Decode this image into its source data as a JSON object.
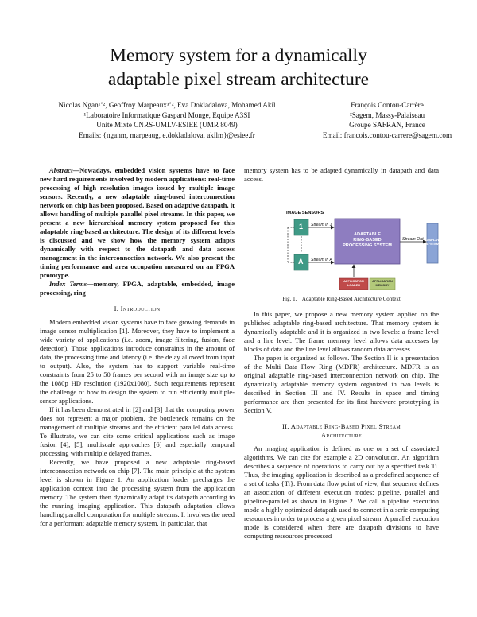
{
  "title_line1": "Memory system for a dynamically",
  "title_line2": "adaptable pixel stream architecture",
  "authors_left": [
    "Nicolas Ngan¹ʼ², Geoffroy Marpeaux¹ʼ², Eva Dokladalova, Mohamed Akil",
    "¹Laboratoire Informatique Gaspard Monge, Equipe A3SI",
    "Unite Mixte CNRS-UMLV-ESIEE (UMR 8049)",
    "Emails: {nganm, marpeaug, e.dokladalova, akilm}@esiee.fr"
  ],
  "authors_right": [
    "François Contou-Carrère",
    "²Sagem, Massy-Palaiseau",
    "Groupe SAFRAN, France",
    "Email: francois.contou-carrere@sagem.com"
  ],
  "abstract_label": "Abstract",
  "abstract_text": "—Nowadays, embedded vision systems have to face new hard requirements involved by modern applications: real-time processing of high resolution images issued by multiple image sensors. Recently, a new adaptable ring-based interconnection network on chip has been proposed. Based on adaptive datapath, it allows handling of multiple parallel pixel streams. In this paper, we present a new hierarchical memory system proposed for this adaptable ring-based architecture. The design of its different levels is discussed and we show how the memory system adapts dynamically with respect to the datapath and data access management in the interconnection network. We also present the timing performance and area occupation measured on an FPGA prototype.",
  "index_label": "Index Terms",
  "index_text": "—memory, FPGA, adaptable, embedded, image processing, ring",
  "section1_heading": "I. Introduction",
  "intro_paragraphs": [
    "Modern embedded vision systems have to face growing demands in image sensor multiplication [1]. Moreover, they have to implement a wide variety of applications (i.e. zoom, image filtering, fusion, face detection). Those applications introduce constraints in the amount of data, the processing time and latency (i.e. the delay allowed from input to output). Also, the system has to support variable real-time constraints from 25 to 50 frames per second with an image size up to the 1080p HD resolution (1920x1080). Such requirements represent the challenge of how to design the system to run efficiently multiple-sensor applications.",
    "If it has been demonstrated in [2] and [3] that the computing power does not represent a major problem, the bottleneck remains on the management of multiple streams and the efficient parallel data access. To illustrate, we can cite some critical applications such as image fusion [4], [5], multiscale approaches [6] and especially temporal processing with multiple delayed frames.",
    "Recently, we have proposed a new adaptable ring-based interconnection network on chip [7]. The main principle at the system level is shown in Figure 1. An application loader precharges the application context into the processing system from the application memory. The system then dynamically adapt its datapath according to the running imaging application. This datapath adaptation allows handling parallel computation for multiple streams. It involves the need for a performant adaptable memory system. In particular, that"
  ],
  "right_first": "memory system has to be adapted dynamically in datapath and data access.",
  "figure": {
    "image_sensors": "IMAGE SENSORS",
    "sensor1": "1",
    "sensorA": "A",
    "stream_in1": "Stream in 1",
    "stream_inA": "Stream in A",
    "stream_out": "Stream Out",
    "core_line1": "ADAPTABLE",
    "core_line2": "RING-BASED",
    "core_line3": "PROCESSING SYSTEM",
    "display_line1": "DISPLAY",
    "display_line2": "SYSTEM",
    "loader_line1": "APPLICATION",
    "loader_line2": "LOADER",
    "memory_line1": "APPLICATION",
    "memory_line2": "MEMORY",
    "caption": "Fig. 1.    Adaptable Ring-Based Architecture Context",
    "colors": {
      "sensor": "#3f9a86",
      "core": "#8e7dc0",
      "display": "#8aa4d6",
      "loader": "#c04a4a",
      "memory": "#b3c97a"
    }
  },
  "right_paragraphs": [
    "In this paper, we propose a new memory system applied on the published adaptable ring-based architecture. That memory system is dynamically adaptable and it is organized in two levels: a frame level and a line level. The frame memory level allows data accesses by blocks of data and the line level allows random data accesses.",
    "The paper is organized as follows. The Section II is a presentation of the Multi Data Flow Ring (MDFR) architecture. MDFR is an original adaptable ring-based interconnection network on chip. The dynamically adaptable memory system organized in two levels is described in Section III and IV. Results in space and timing performance are then presented for its first hardware prototyping in Section V."
  ],
  "section2_heading_line1": "II. Adaptable Ring-Based Pixel Stream",
  "section2_heading_line2": "Architecture",
  "section2_paragraph": "An imaging application is defined as one or a set of associated algorithms. We can cite for example a 2D convolution. An algorithm describes a sequence of operations to carry out by a specified task Ti. Thus, the imaging application is described as a predefined sequence of a set of tasks {Ti}. From data flow point of view, that sequence defines an association of different execution modes: pipeline, parallel and pipeline-parallel as shown in Figure 2. We call a pipeline execution mode a highly optimized datapath used to connect in a serie computing ressources in order to process a given pixel stream. A parallel execution mode is considered when there are datapath divisions to have computing ressources processed"
}
